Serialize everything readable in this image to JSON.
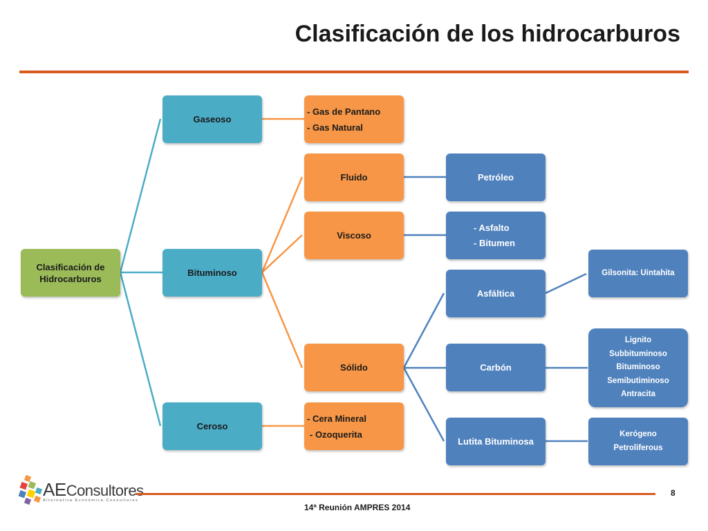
{
  "title": "Clasificación de los hidrocarburos",
  "nodes": {
    "root": "Clasificación de Hidrocarburos",
    "gaseoso": "Gaseoso",
    "bituminoso": "Bituminoso",
    "ceroso": "Ceroso",
    "gas_items": [
      "- Gas de Pantano",
      "- Gas Natural"
    ],
    "fluido": "Fluido",
    "viscoso": "Viscoso",
    "solido": "Sólido",
    "cera_items": [
      "- Cera Mineral",
      "- Ozoquerita"
    ],
    "petroleo": "Petróleo",
    "viscoso_items": [
      "- Asfalto",
      "- Bitumen"
    ],
    "asfaltica": "Asfáltica",
    "carbon": "Carbón",
    "lutita": "Lutita Bituminosa",
    "gilsonita": "Gilsonita: Uintahita",
    "carbon_items": [
      "Lignito",
      "Subbituminoso",
      "Bituminoso",
      "Semibutiminoso",
      "Antracita"
    ],
    "lutita_items": [
      "Kerógeno",
      "Petroliferous"
    ]
  },
  "colors": {
    "green": "#9bbb59",
    "teal": "#4bacc6",
    "orange": "#f79646",
    "blue": "#4f81bd",
    "accent_rule": "#d75a1e"
  },
  "footer": {
    "page_number": "8",
    "event": "14ª Reunión AMPRES 2014",
    "logo_main_ae": "AE",
    "logo_main_rest": "Consultores",
    "logo_sub": "Alternativa Económica Consultores"
  }
}
